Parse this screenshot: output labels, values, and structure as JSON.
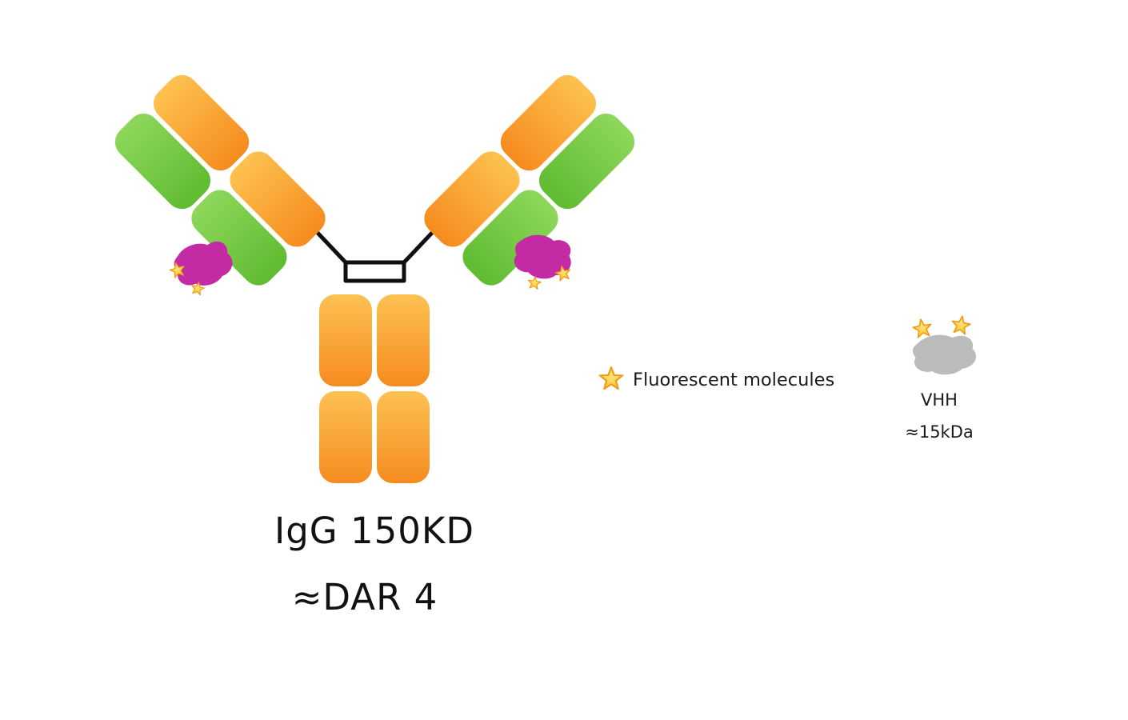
{
  "diagram": {
    "molecule_label": "IgG  150KD",
    "dar_label": "≈DAR 4",
    "legend": {
      "fluorescent_label": "Fluorescent molecules"
    },
    "vhh": {
      "name": "VHH",
      "size": "≈15kDa"
    },
    "icons": {
      "star": "★"
    },
    "colors": {
      "heavy_chain": "#F7941E",
      "heavy_chain_light": "#FCC252",
      "light_chain": "#66BE34",
      "light_chain_light": "#8ED75B",
      "conjugate_blob": "#C32BA4",
      "vhh_blob": "#BBBBBB",
      "star_fill": "#FFC726",
      "star_edge": "#F09819",
      "hinge_line": "#0F0F0F",
      "text": "#1A1A1A"
    }
  }
}
